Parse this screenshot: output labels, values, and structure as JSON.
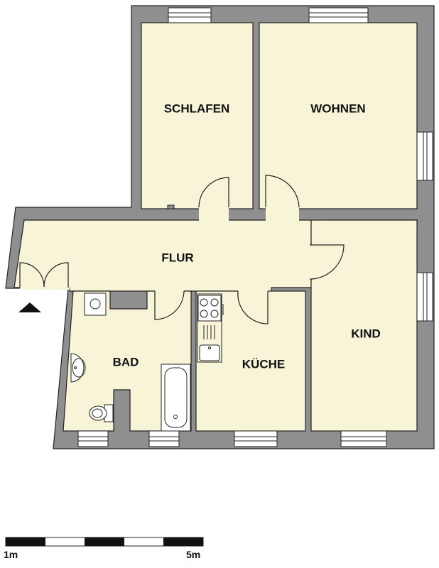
{
  "colors": {
    "wall": "#8f8f8f",
    "floor": "#f8f4d8",
    "line": "#222222",
    "window": "#ffffff"
  },
  "rooms": {
    "schlafen": "SCHLAFEN",
    "wohnen": "WOHNEN",
    "flur": "FLUR",
    "kind": "KIND",
    "bad": "BAD",
    "kueche": "KÜCHE"
  },
  "scale_bar": {
    "label_start": "1m",
    "label_end": "5m"
  },
  "icons": [
    "entrance-arrow-icon",
    "stove-icon",
    "sink-icon",
    "bathtub-icon",
    "toilet-icon",
    "washbasin-icon",
    "door-swing-icon",
    "window-icon"
  ]
}
